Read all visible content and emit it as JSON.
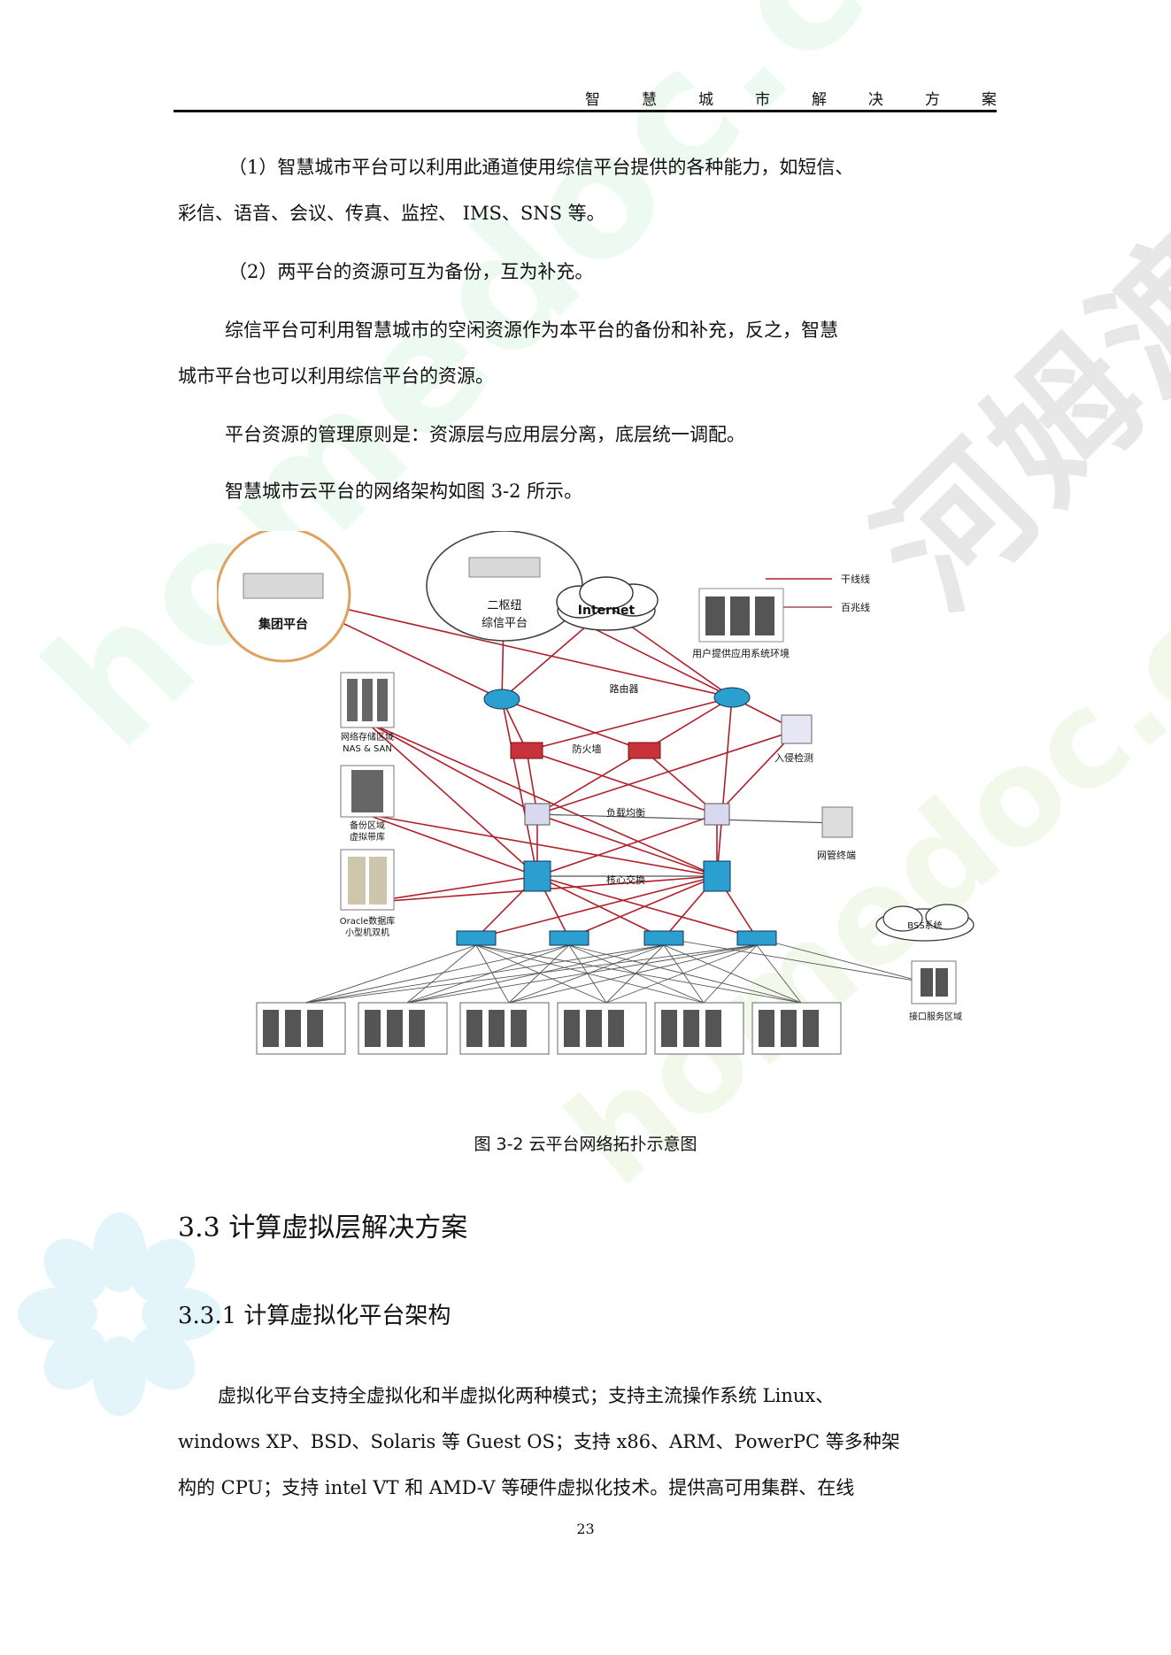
{
  "header": {
    "title": "智慧城市解决方案"
  },
  "paragraphs": [
    "（1）智慧城市平台可以利用此通道使用综信平台提供的各种能力，如短信、",
    "彩信、语音、会议、传真、监控、 IMS、SNS 等。",
    "（2）两平台的资源可互为备份，互为补充。",
    "综信平台可利用智慧城市的空闲资源作为本平台的备份和补充，反之，智慧",
    "城市平台也可以利用综信平台的资源。",
    "平台资源的管理原则是：资源层与应用层分离，底层统一调配。",
    "智慧城市云平台的网络架构如图  3-2  所示。"
  ],
  "diagram": {
    "legend": {
      "main_line": "干线线",
      "secondary_line": "百兆线"
    },
    "labels": {
      "group_platform": "集团平台",
      "hub_line1": "二枢纽",
      "hub_line2": "综信平台",
      "internet": "Internet",
      "user_env": "用户提供应用系统环境",
      "router": "路由器",
      "firewall": "防火墙",
      "ids": "入侵检测",
      "load_balance": "负载均衡",
      "core_switch": "核心交换",
      "nms": "网管终端",
      "storage_line1": "网络存储区域",
      "storage_line2": "NAS & SAN",
      "backup_line1": "备份区域",
      "backup_line2": "虚拟带库",
      "oracle_line1": "Oracle数据库",
      "oracle_line2": "小型机双机",
      "bss": "BSS系统",
      "interface": "接口服务区域"
    },
    "colors": {
      "red_link": "#b0202a",
      "gray_link": "#555555",
      "orange_ring": "#e0a060",
      "switch_blue": "#2a9fd0",
      "firewall_red": "#c8323a"
    }
  },
  "caption": "图 3-2  云平台网络拓扑示意图",
  "section_heading": "3.3  计算虚拟层解决方案",
  "subsection_heading": "3.3.1  计算虚拟化平台架构",
  "body2": [
    "虚拟化平台支持全虚拟化和半虚拟化两种模式；支持主流操作系统   Linux、",
    "windows XP、BSD、Solaris  等  Guest OS；支持  x86、ARM、PowerPC  等多种架",
    "构的  CPU；支持  intel VT  和   AMD-V   等硬件虚拟化技术。提供高可用集群、在线"
  ],
  "page_number": "23",
  "watermarks": {
    "left": "homedoc.com",
    "bottom": "homedoc.com",
    "right": "河姆渡"
  }
}
